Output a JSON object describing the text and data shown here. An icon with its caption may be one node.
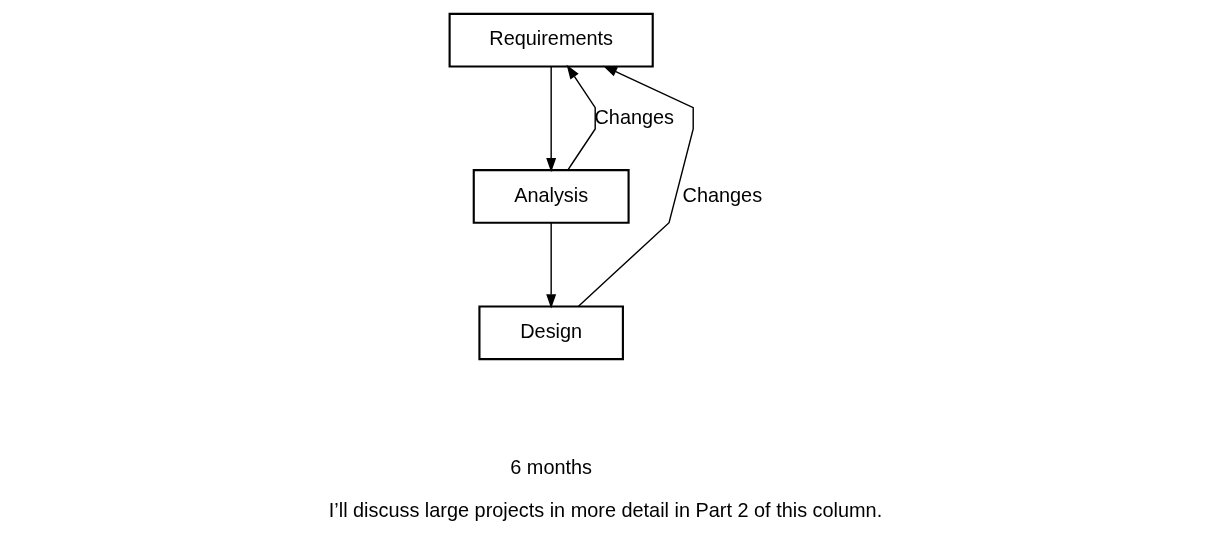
{
  "diagram": {
    "caption": "I’ll discuss large projects in more detail in Part 2 of this column.",
    "nodes": [
      {
        "text": [
          "Requirements"
        ]
      },
      {
        "text": [
          "Analysis"
        ]
      },
      {
        "text": [
          "Design"
        ]
      }
    ],
    "edges": [
      {
        "from": 0,
        "to": 1,
        "arrow": "to"
      },
      {
        "from": 1,
        "to": 2,
        "arrow": "to"
      },
      {
        "from": 2,
        "to": 0,
        "arrow": "to",
        "label": "Changes"
      },
      {
        "from": 1,
        "to": 0,
        "arrow": "to",
        "label": "Changes"
      }
    ],
    "labels": [
      "6 months"
    ]
  }
}
